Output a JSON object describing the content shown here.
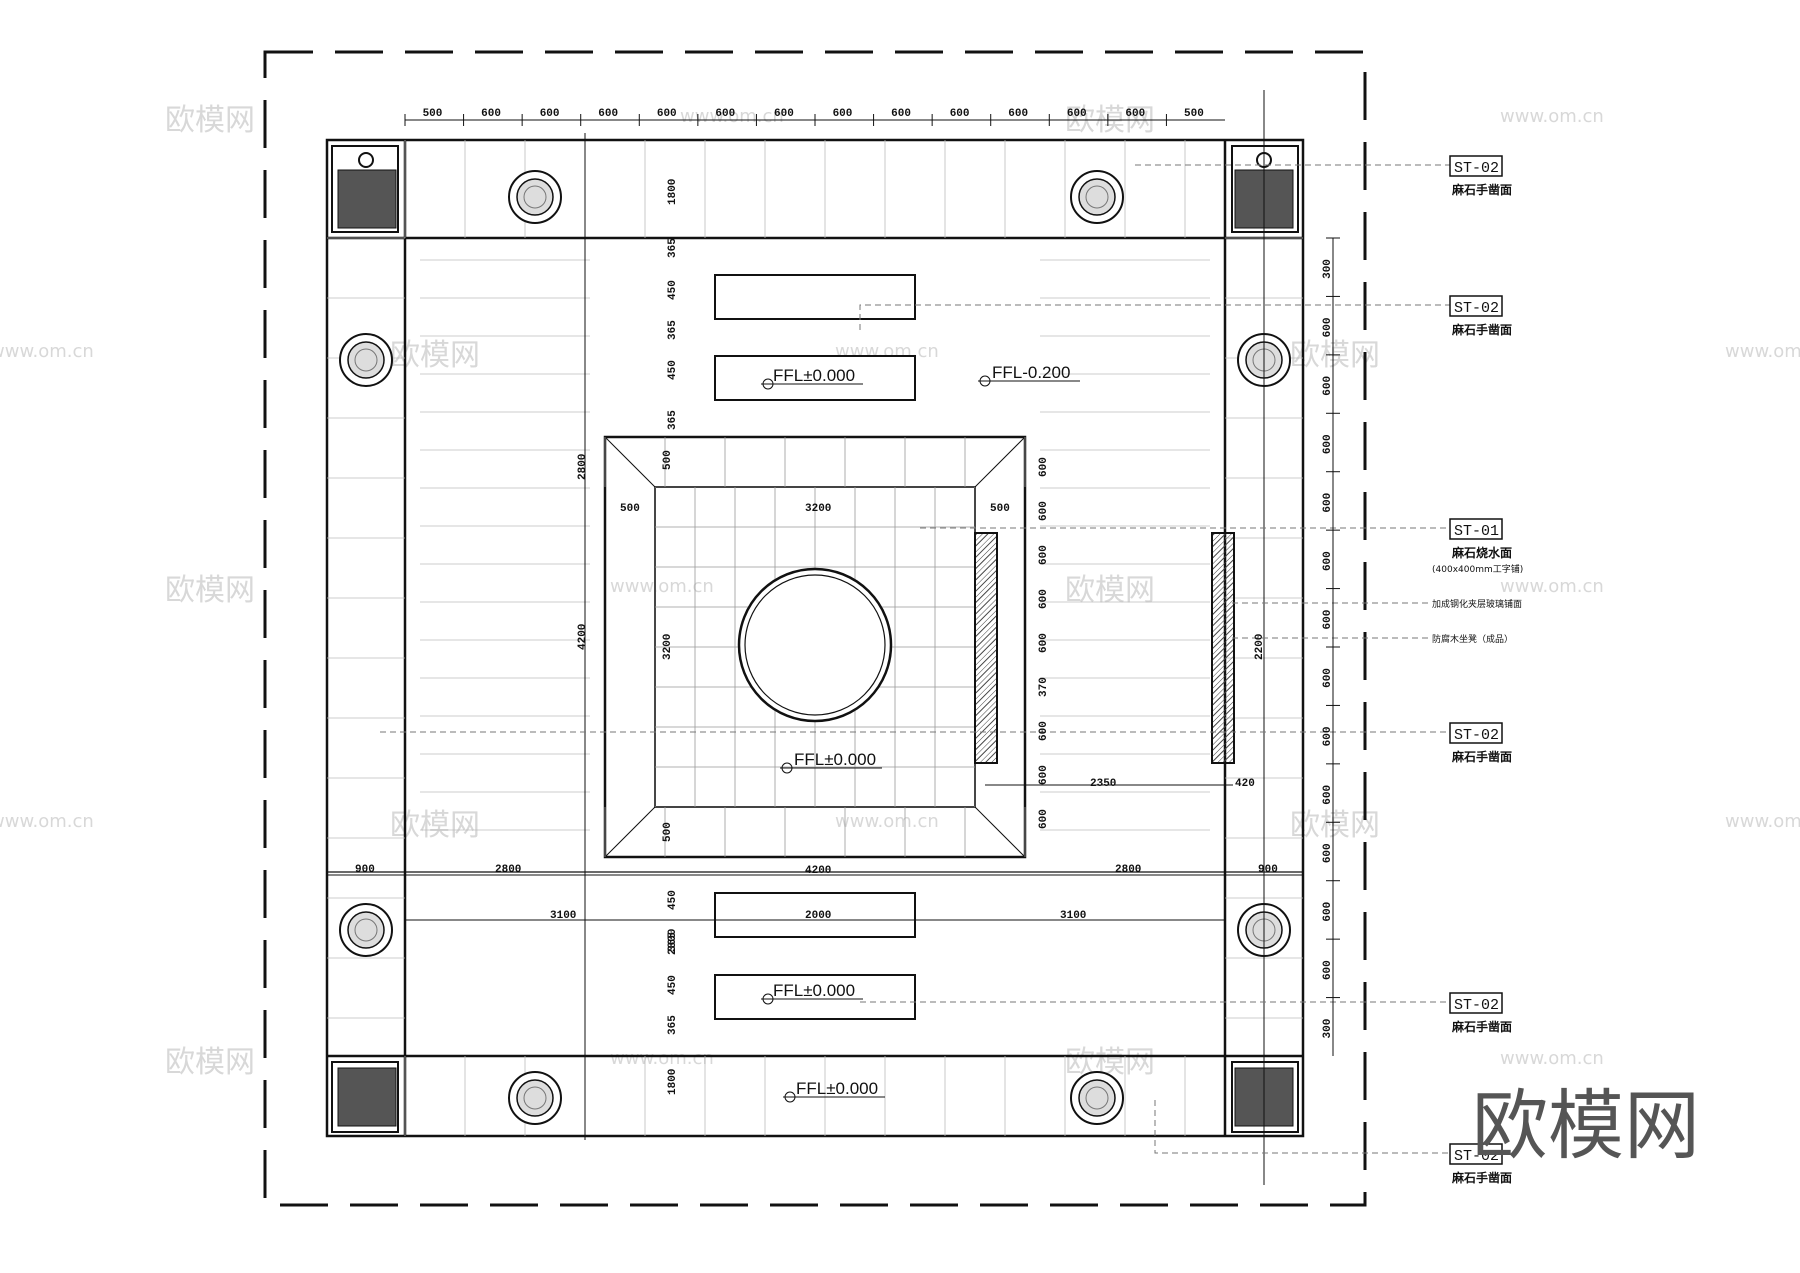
{
  "watermark": {
    "brand": "欧模网",
    "url": "www.om.cn"
  },
  "top_dims": [
    "500",
    "600",
    "600",
    "600",
    "600",
    "600",
    "600",
    "600",
    "600",
    "600",
    "600",
    "600",
    "600",
    "500"
  ],
  "left_column_dims": [
    "1800",
    "365",
    "450",
    "365",
    "450",
    "365",
    "2800",
    "4200",
    "2800",
    "450",
    "365",
    "450",
    "365",
    "1800"
  ],
  "right_column_dims": [
    "300",
    "600",
    "600",
    "600",
    "600",
    "600",
    "600",
    "600",
    "600",
    "600",
    "600",
    "600",
    "600",
    "300"
  ],
  "inner_square": {
    "width_top": "3200",
    "left_gap": "500",
    "right_gap": "500",
    "height_left": "3200",
    "top_gap": "500",
    "bottom_gap": "500",
    "bottom_width": "4200",
    "right_stack": [
      "600",
      "600",
      "600",
      "600",
      "600",
      "370",
      "600",
      "600",
      "600"
    ],
    "bench_span": "2350",
    "bench_width": "420",
    "bench_height": "2200"
  },
  "horizontal_band_dims": [
    "900",
    "2800",
    "2800",
    "900"
  ],
  "mid_band_dims": [
    "3100",
    "2000",
    "3100"
  ],
  "levels": [
    "FFL±0.000",
    "FFL-0.200",
    "FFL±0.000",
    "FFL±0.000",
    "FFL±0.000"
  ],
  "tags": [
    {
      "code": "ST-02",
      "desc": "麻石手凿面"
    },
    {
      "code": "ST-02",
      "desc": "麻石手凿面"
    },
    {
      "code": "ST-01",
      "desc": "麻石烧水面",
      "desc2": "(400x400mm工字铺)"
    },
    {
      "code": "ST-02",
      "desc": "麻石手凿面"
    },
    {
      "code": "ST-02",
      "desc": "麻石手凿面"
    },
    {
      "code": "ST-02",
      "desc": "麻石手凿面"
    }
  ],
  "side_notes": [
    "加成钢化夹层玻璃铺面",
    "防腐木坐凳（成品）"
  ]
}
